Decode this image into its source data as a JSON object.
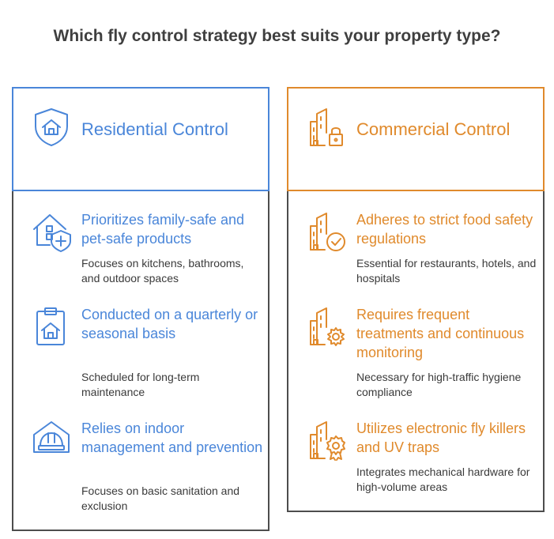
{
  "title": "Which fly control strategy best suits your property type?",
  "colors": {
    "residential": "#4a86d9",
    "commercial": "#e08a2c",
    "border": "#4d4d4d"
  },
  "residential": {
    "icon": "shield-home-icon",
    "title": "Residential Control",
    "items": [
      {
        "icon": "home-shield-plus-icon",
        "title": "Prioritizes family-safe and pet-safe products",
        "desc": "Focuses on kitchens, bathrooms, and outdoor spaces"
      },
      {
        "icon": "clipboard-home-icon",
        "title": "Conducted on a quarterly or seasonal basis",
        "desc": "Scheduled for long-term maintenance"
      },
      {
        "icon": "hard-hat-icon",
        "title": "Relies on indoor management and prevention",
        "desc": "Focuses on basic sanitation and exclusion"
      }
    ]
  },
  "commercial": {
    "icon": "building-lock-icon",
    "title": "Commercial Control",
    "items": [
      {
        "icon": "building-check-icon",
        "title": "Adheres to strict food safety regulations",
        "desc": "Essential for restaurants, hotels, and hospitals"
      },
      {
        "icon": "building-gear-icon",
        "title": "Requires frequent treatments and continuous monitoring",
        "desc": "Necessary for high-traffic hygiene compliance"
      },
      {
        "icon": "building-badge-icon",
        "title": "Utilizes electronic fly killers and UV traps",
        "desc": "Integrates mechanical hardware for high-volume areas"
      }
    ]
  }
}
